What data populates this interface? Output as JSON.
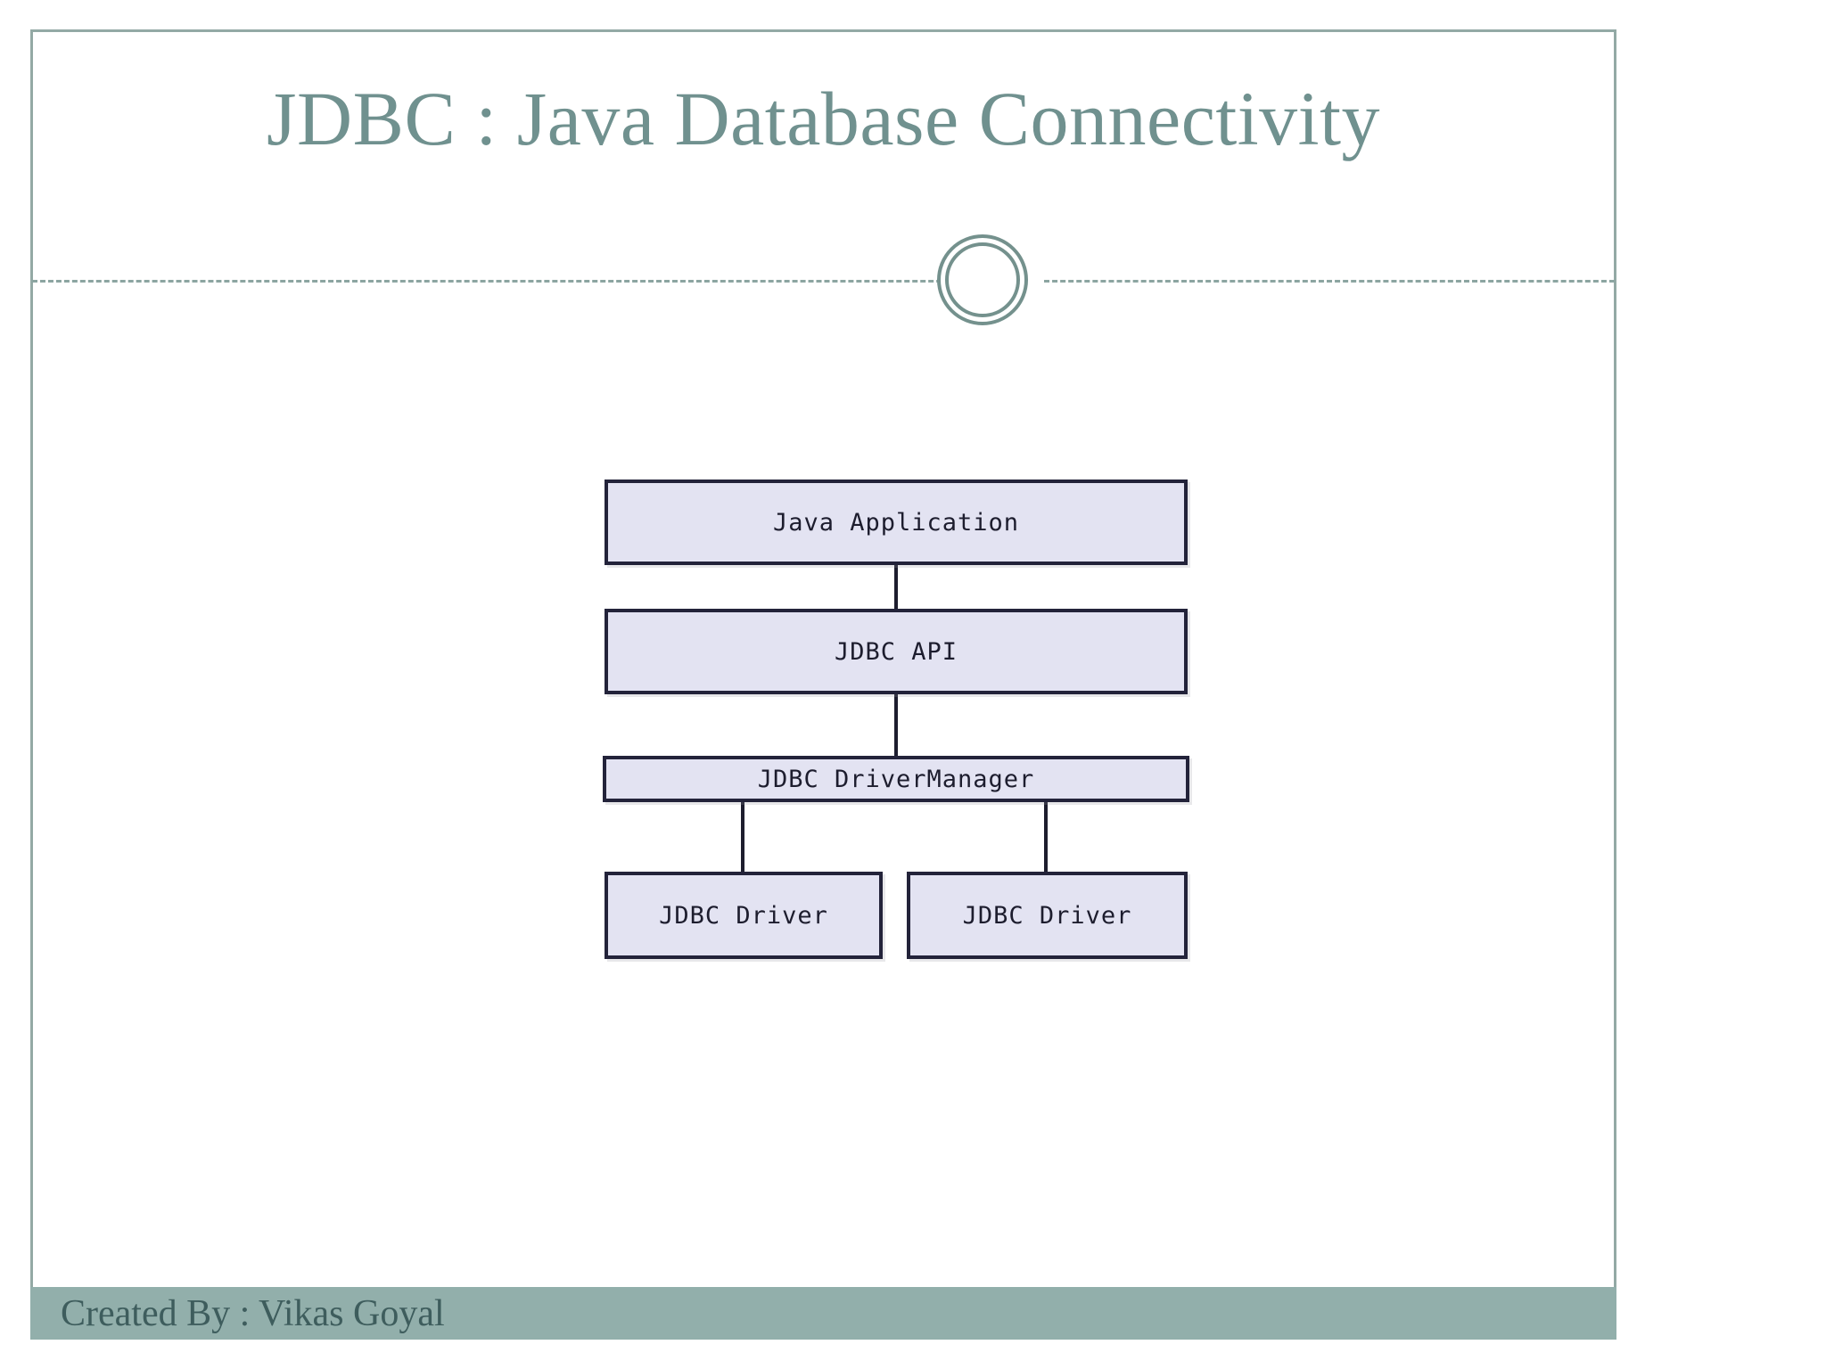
{
  "slide": {
    "title": "JDBC : Java Database Connectivity",
    "footer_text": "Created By : Vikas Goyal",
    "colors": {
      "title_text": "#70918f",
      "border": "#93a9a5",
      "divider": "#8ca5a1",
      "ring": "#74918d",
      "footer_bar": "#92afab",
      "footer_text": "#3e5d5d",
      "node_fill": "#e3e3f2",
      "node_stroke": "#23233a",
      "background": "#ffffff"
    }
  },
  "divider": {
    "ornament_icon": "double-ring-icon",
    "line_style": "dashed"
  },
  "diagram": {
    "type": "layered-architecture-block-diagram",
    "nodes": [
      {
        "id": "java-application",
        "label": "Java Application",
        "level": 0
      },
      {
        "id": "jdbc-api",
        "label": "JDBC API",
        "level": 1
      },
      {
        "id": "jdbc-drivermanager",
        "label": "JDBC DriverManager",
        "level": 2
      },
      {
        "id": "jdbc-driver-left",
        "label": "JDBC Driver",
        "level": 3
      },
      {
        "id": "jdbc-driver-right",
        "label": "JDBC Driver",
        "level": 3
      }
    ],
    "edges": [
      {
        "from": "java-application",
        "to": "jdbc-api"
      },
      {
        "from": "jdbc-api",
        "to": "jdbc-drivermanager"
      },
      {
        "from": "jdbc-drivermanager",
        "to": "jdbc-driver-left"
      },
      {
        "from": "jdbc-drivermanager",
        "to": "jdbc-driver-right"
      }
    ]
  }
}
